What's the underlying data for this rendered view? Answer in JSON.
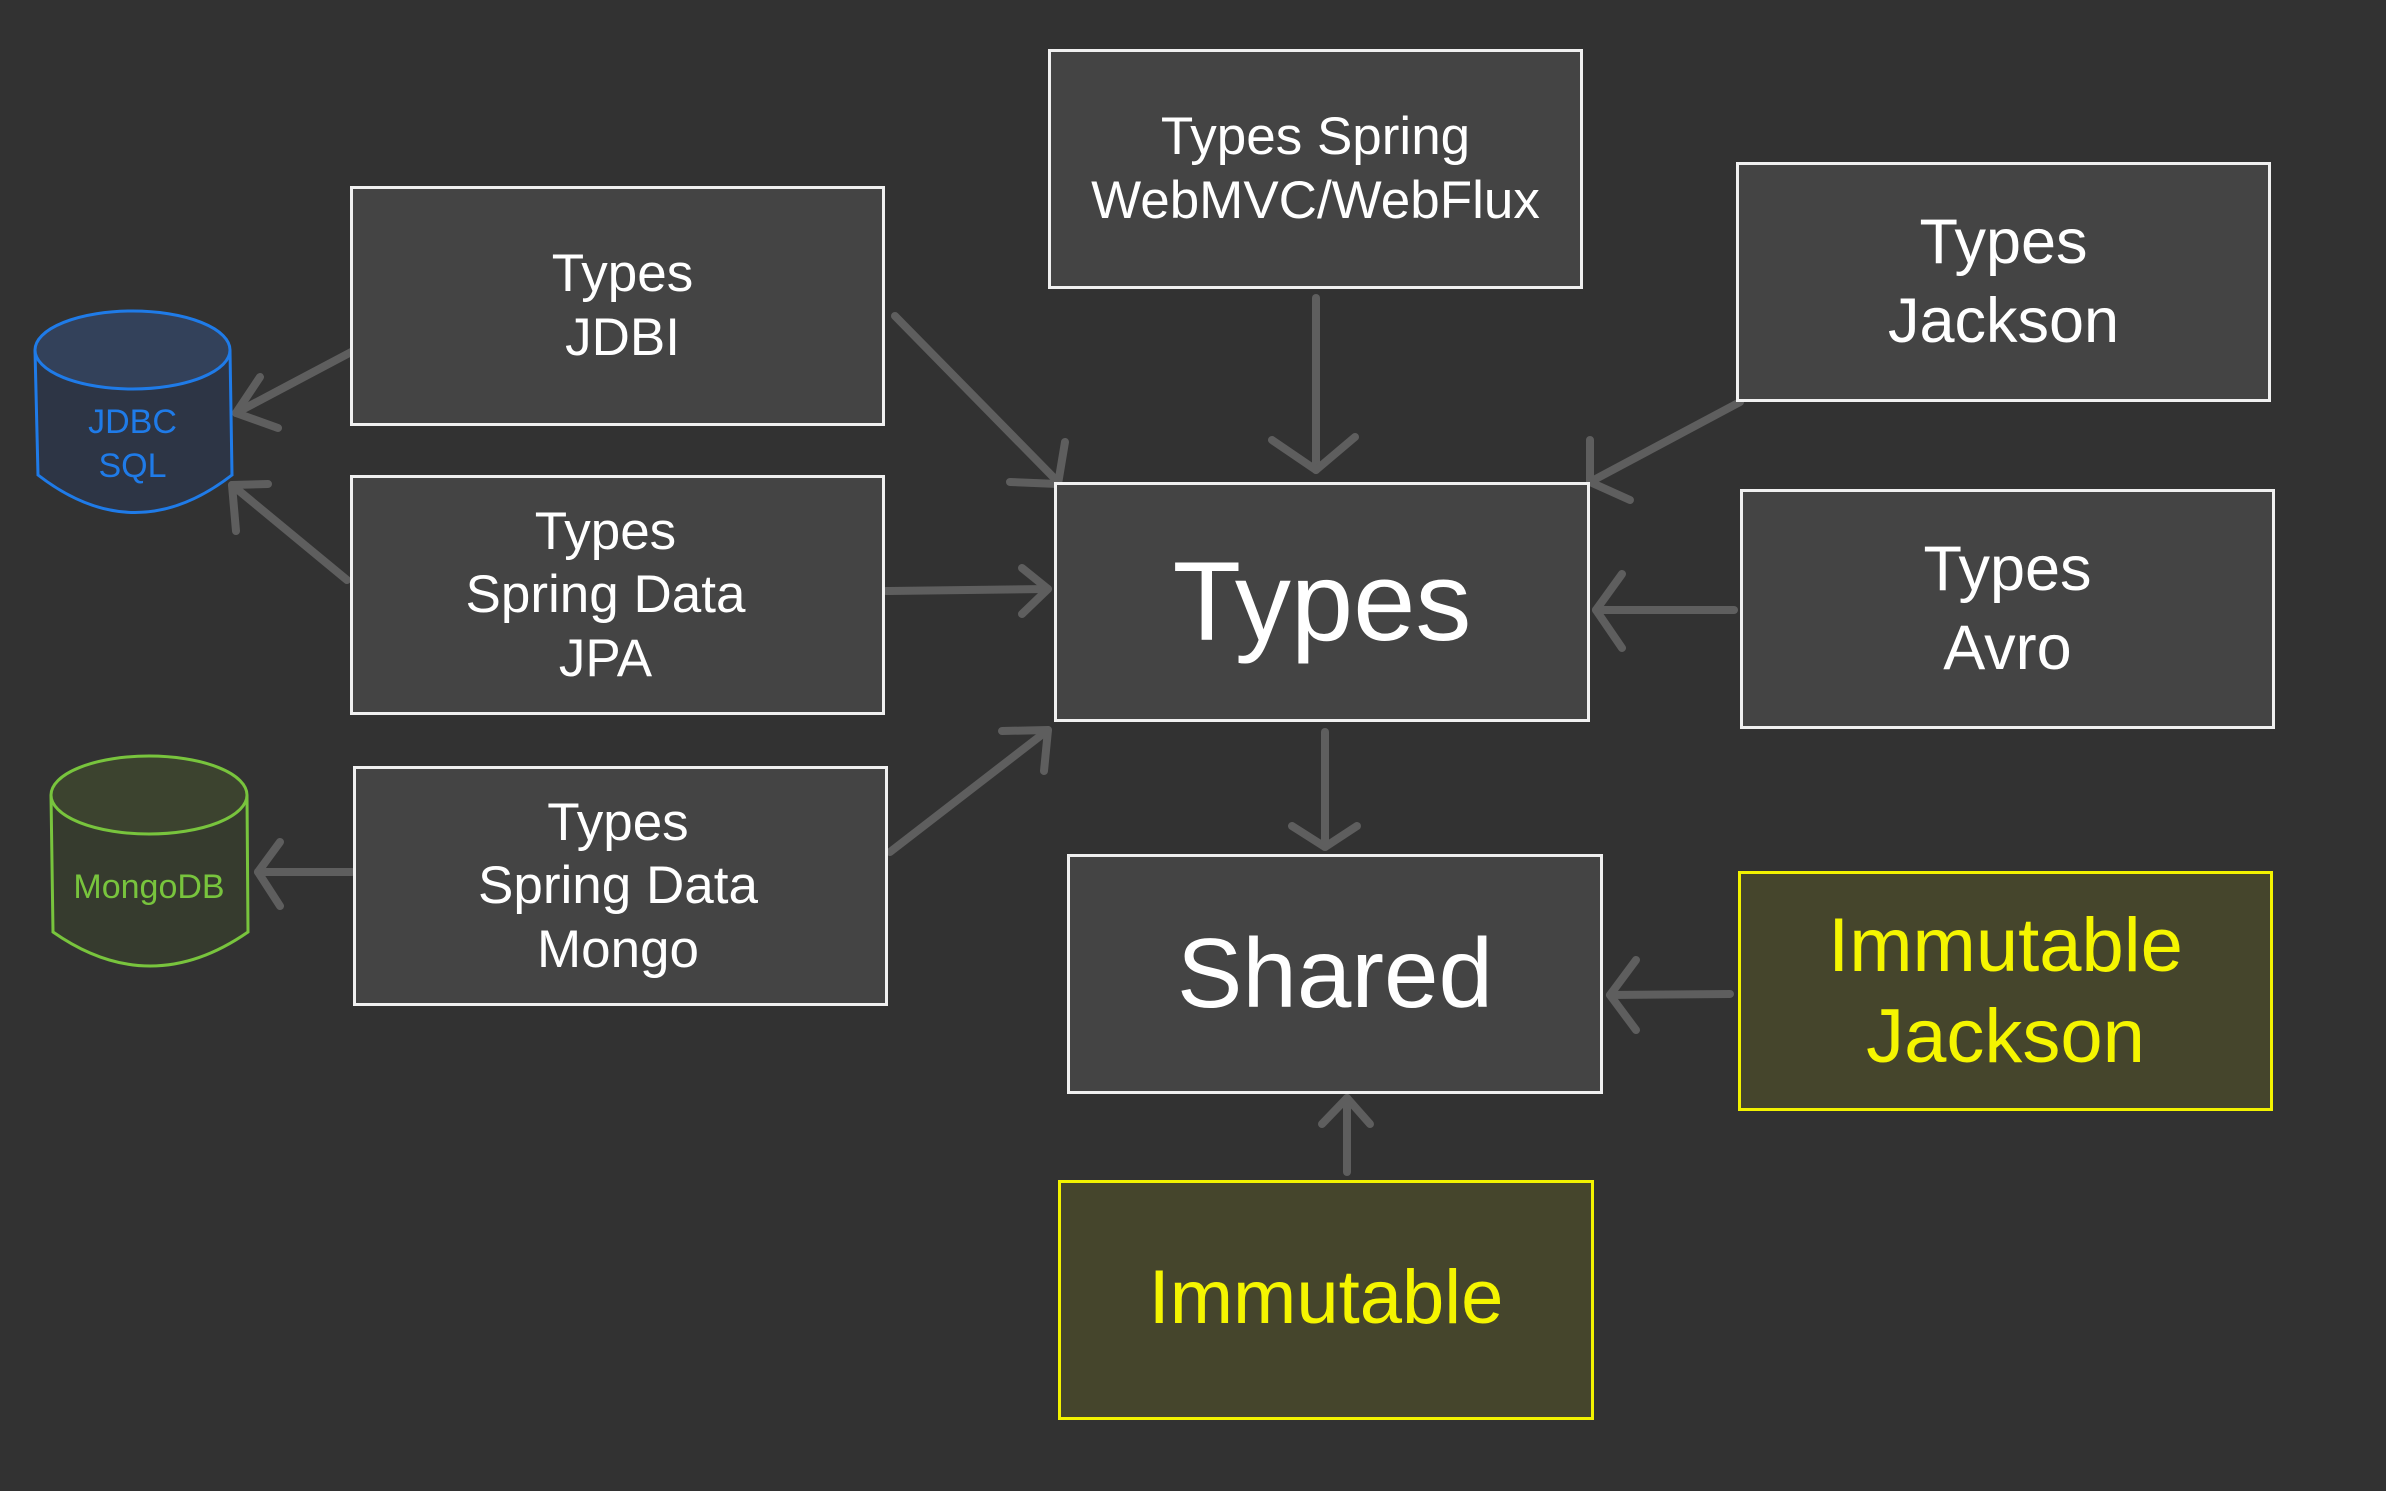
{
  "diagram": {
    "nodes": {
      "types": {
        "lines": [
          "Types"
        ]
      },
      "shared": {
        "lines": [
          "Shared"
        ]
      },
      "jdbi": {
        "lines": [
          "Types",
          "JDBI"
        ]
      },
      "jpa": {
        "lines": [
          "Types",
          "Spring Data",
          "JPA"
        ]
      },
      "mongo": {
        "lines": [
          "Types",
          "Spring Data",
          "Mongo"
        ]
      },
      "webmvc": {
        "lines": [
          "Types Spring",
          "WebMVC/WebFlux"
        ]
      },
      "jackson": {
        "lines": [
          "Types",
          "Jackson"
        ]
      },
      "avro": {
        "lines": [
          "Types",
          "Avro"
        ]
      },
      "immutable": {
        "lines": [
          "Immutable"
        ]
      },
      "immutable_jackson": {
        "lines": [
          "Immutable",
          "Jackson"
        ]
      }
    },
    "databases": {
      "jdbc": {
        "lines": [
          "JDBC",
          "SQL"
        ],
        "color": "#1f7be8"
      },
      "mongodb": {
        "lines": [
          "MongoDB"
        ],
        "color": "#78c43d"
      }
    },
    "colors": {
      "background": "#323232",
      "box_fill": "#444444",
      "box_border": "#f0f0f0",
      "highlight_fill": "#45452c",
      "highlight_border": "#f2f200",
      "highlight_text": "#f5f500",
      "arrow": "#5e5e5e"
    },
    "edges": [
      {
        "from": "jdbi",
        "to": "types"
      },
      {
        "from": "jpa",
        "to": "types"
      },
      {
        "from": "mongo",
        "to": "types"
      },
      {
        "from": "webmvc",
        "to": "types"
      },
      {
        "from": "jackson",
        "to": "types"
      },
      {
        "from": "avro",
        "to": "types"
      },
      {
        "from": "types",
        "to": "shared"
      },
      {
        "from": "immutable_jackson",
        "to": "shared"
      },
      {
        "from": "immutable",
        "to": "shared"
      },
      {
        "from": "jdbi",
        "to": "jdbc"
      },
      {
        "from": "jpa",
        "to": "jdbc"
      },
      {
        "from": "mongo",
        "to": "mongodb"
      }
    ]
  }
}
